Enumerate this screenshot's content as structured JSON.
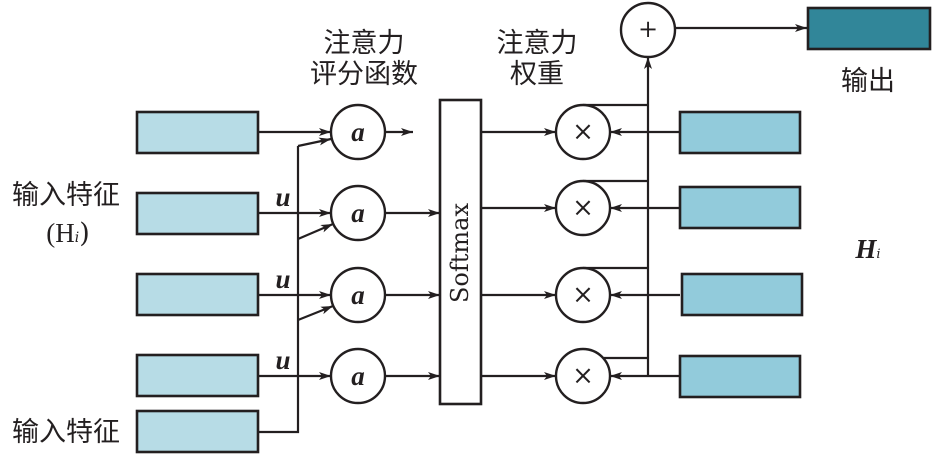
{
  "colors": {
    "input_box": "#b7dce6",
    "value_box": "#92cbdb",
    "output_box": "#318699",
    "stroke": "#231f20"
  },
  "labels": {
    "scoring_line1": "注意力",
    "scoring_line2": "评分函数",
    "weights_line1": "注意力",
    "weights_line2": "权重",
    "output": "输出",
    "input_features": "输入特征",
    "input_features_hi": "(H",
    "input_features_hi_sub": "i",
    "input_features_hi_close": ")",
    "query_input": "输入特征",
    "values_label": "H",
    "values_label_sub": "i",
    "softmax": "Softmax",
    "u_symbol": "u",
    "score_op": "a",
    "multiply_op": "×",
    "sum_op": "+"
  },
  "diagram": {
    "input_feature_count": 4,
    "score_nodes": 4,
    "multiply_nodes": 4,
    "value_boxes": 4,
    "u_labels": 3
  }
}
